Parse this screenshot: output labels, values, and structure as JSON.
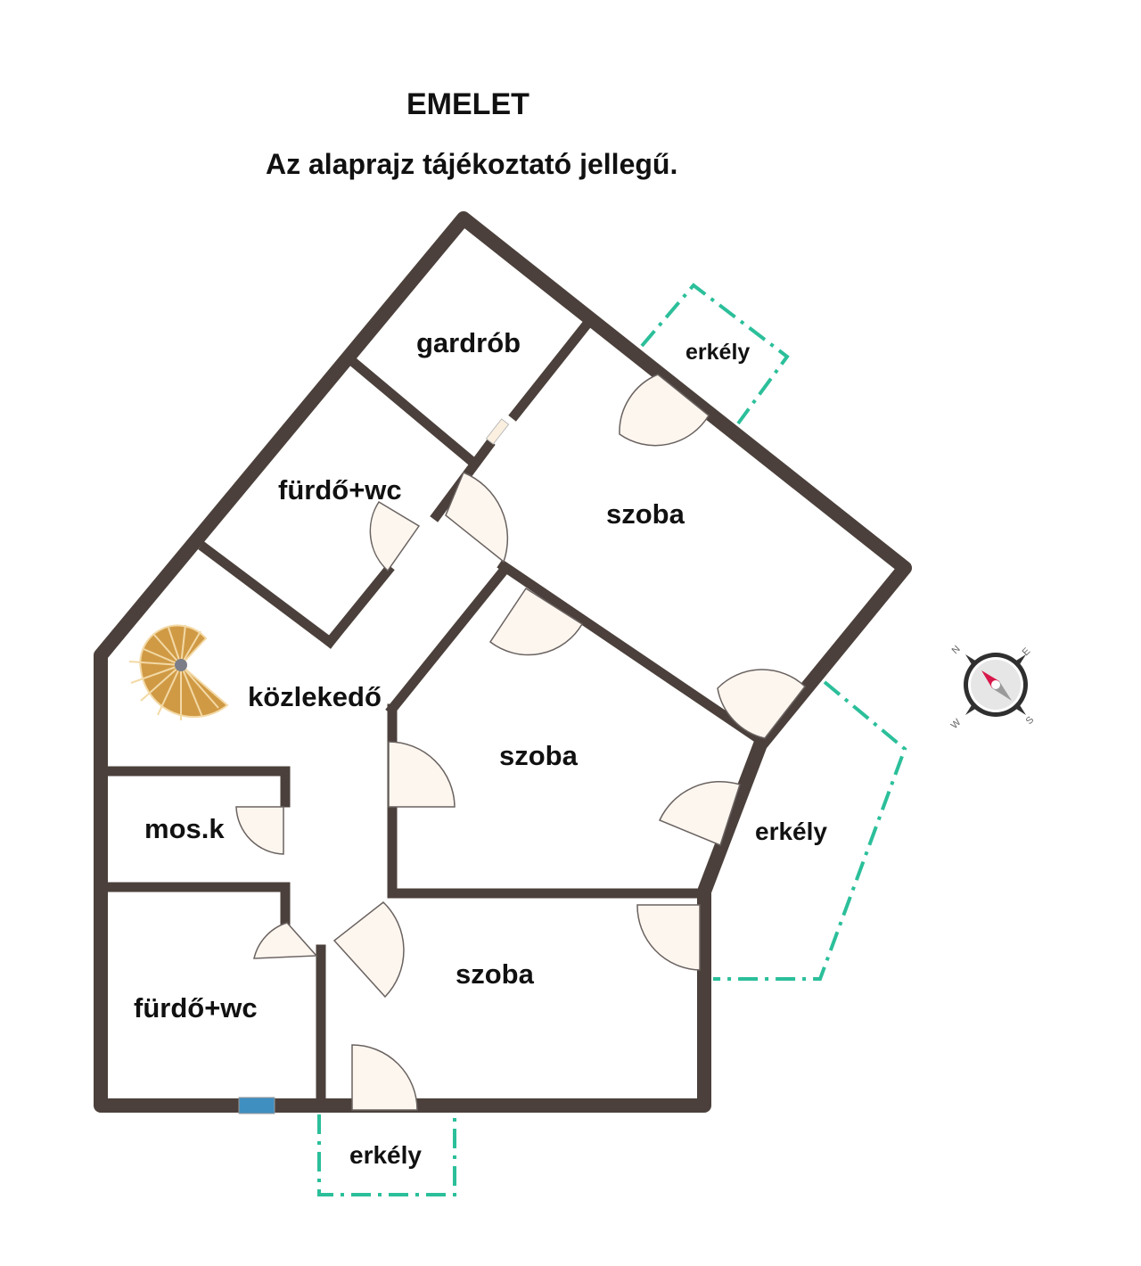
{
  "header": {
    "floor": "EMELET",
    "disclaimer": "Az alaprajz tájékoztató jellegű."
  },
  "rooms": {
    "gardrob": "gardrób",
    "bath_upper": "fürdő+wc",
    "room_top": "szoba",
    "hallway": "közlekedő",
    "room_middle": "szoba",
    "laundry": "mos.k",
    "bath_lower": "fürdő+wc",
    "room_bottom": "szoba",
    "balcony_top": "erkély",
    "balcony_right": "erkély",
    "balcony_bottom": "erkély"
  },
  "compass": {
    "n": "N",
    "e": "E",
    "s": "S",
    "w": "W"
  },
  "colors": {
    "wall": "#4b403b",
    "balcony": "#2bbf9a",
    "stairs": "#d09a45",
    "window": "#3f8fc1",
    "needle": "#d8184a"
  }
}
